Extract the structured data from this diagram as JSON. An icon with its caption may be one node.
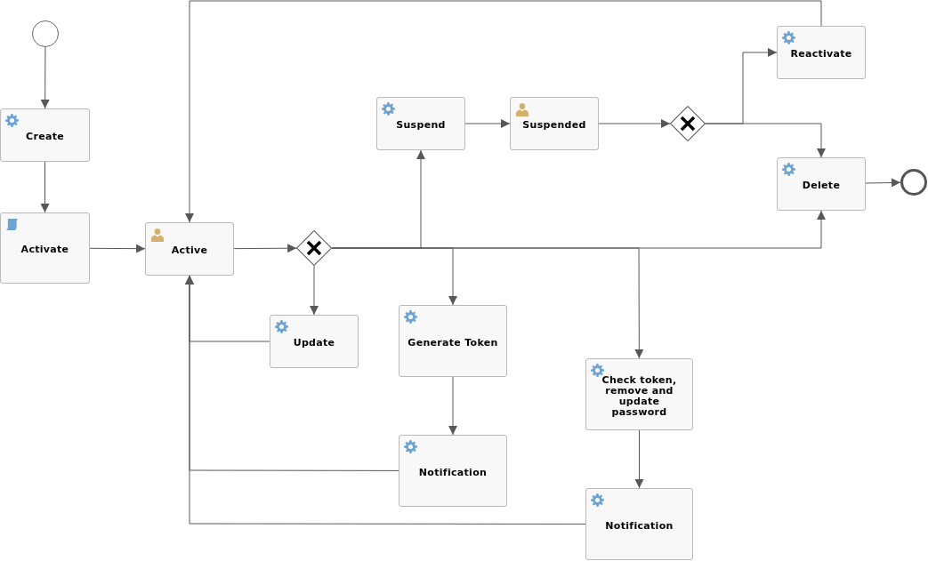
{
  "diagram": {
    "nodes": [
      {
        "text": [],
        "shape": "circle"
      },
      {
        "text": [
          "Create"
        ]
      },
      {
        "text": [
          "Activate"
        ]
      },
      {
        "text": [
          "Active"
        ]
      },
      {
        "text": [],
        "shape": "diamond"
      },
      {
        "text": [
          "Suspend"
        ]
      },
      {
        "text": [
          "Suspended"
        ]
      },
      {
        "text": [],
        "shape": "diamond"
      },
      {
        "text": [
          "Reactivate"
        ]
      },
      {
        "text": [
          "Delete"
        ]
      },
      {
        "text": [],
        "shape": "circle"
      },
      {
        "text": [
          "Update"
        ]
      },
      {
        "text": [
          "Generate Token"
        ]
      },
      {
        "text": [
          "Check token, remove and update password"
        ]
      },
      {
        "text": [
          "Notification"
        ]
      },
      {
        "text": [
          "Notification"
        ]
      }
    ],
    "edges": [
      {
        "from": 0,
        "to": 1,
        "arrow": "to"
      },
      {
        "from": 1,
        "to": 2,
        "arrow": "to"
      },
      {
        "from": 2,
        "to": 3,
        "arrow": "to"
      },
      {
        "from": 3,
        "to": 4,
        "arrow": "to"
      },
      {
        "from": 4,
        "to": 5,
        "arrow": "to"
      },
      {
        "from": 4,
        "to": 9,
        "arrow": "to"
      },
      {
        "from": 4,
        "to": 11,
        "arrow": "to"
      },
      {
        "from": 4,
        "to": 12,
        "arrow": "to"
      },
      {
        "from": 4,
        "to": 13,
        "arrow": "to"
      },
      {
        "from": 5,
        "to": 6,
        "arrow": "to"
      },
      {
        "from": 6,
        "to": 7,
        "arrow": "to"
      },
      {
        "from": 7,
        "to": 8,
        "arrow": "to"
      },
      {
        "from": 7,
        "to": 9,
        "arrow": "to"
      },
      {
        "from": 8,
        "to": 3,
        "arrow": "to"
      },
      {
        "from": 9,
        "to": 10,
        "arrow": "to"
      },
      {
        "from": 11,
        "to": 3,
        "arrow": "to"
      },
      {
        "from": 12,
        "to": 14,
        "arrow": "to"
      },
      {
        "from": 13,
        "to": 15,
        "arrow": "to"
      },
      {
        "from": 14,
        "to": 3,
        "arrow": "to"
      },
      {
        "from": 15,
        "to": 3,
        "arrow": "to"
      }
    ]
  }
}
